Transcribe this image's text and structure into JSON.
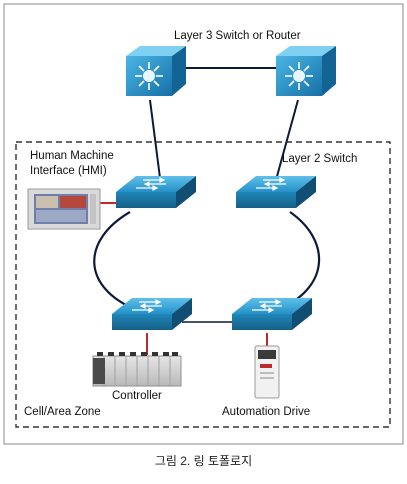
{
  "diagram": {
    "labels": {
      "layer3": "Layer 3 Switch or Router",
      "layer2": "Layer 2 Switch",
      "hmi_line1": "Human Machine",
      "hmi_line2": "Interface (HMI)",
      "controller": "Controller",
      "drive": "Automation Drive",
      "zone": "Cell/Area Zone"
    },
    "caption": "그림 2. 링 토폴로지"
  },
  "colors": {
    "switch_top": "#2aa0d6",
    "switch_side": "#1a6f9c",
    "router_face": "#1b7fbf",
    "link": "#0b1a3a",
    "device_link": "#c0282a",
    "zone_border": "#333333",
    "frame": "#7a7a7a"
  }
}
